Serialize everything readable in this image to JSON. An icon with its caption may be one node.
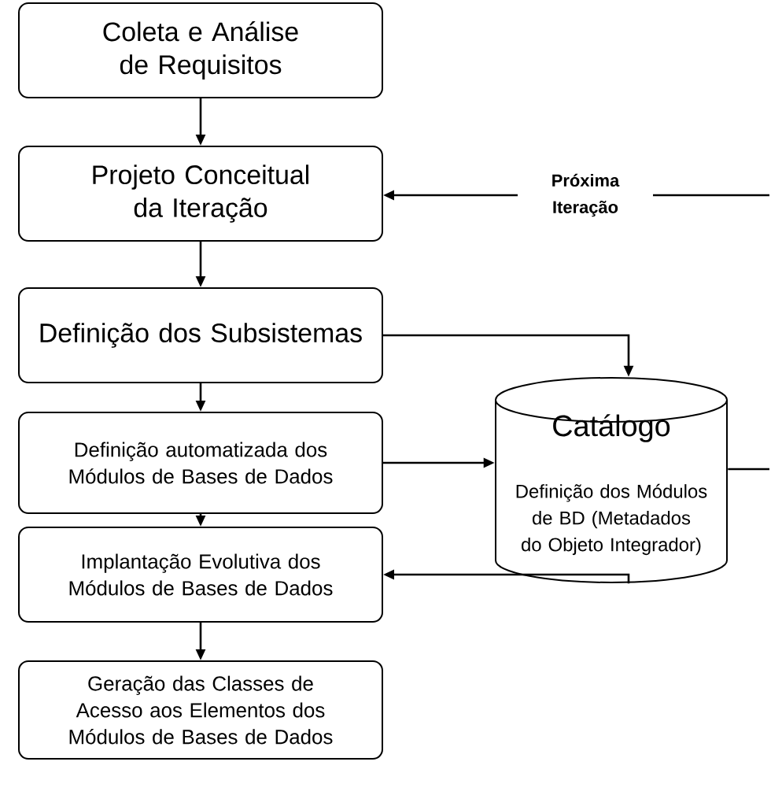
{
  "diagram": {
    "nodes": [
      {
        "text": [
          "Coleta e Análise de Requisitos"
        ]
      },
      {
        "text": [
          "Projeto Conceitual da Iteração"
        ]
      },
      {
        "text": [
          "Definição dos Subsistemas"
        ]
      },
      {
        "text": [
          "Definição automatizada dos Módulos de Bases de Dados"
        ]
      },
      {
        "text": [
          "Implantação Evolutiva dos Módulos de Bases de Dados"
        ]
      },
      {
        "text": [
          "Geração das Classes de Acesso aos Elementos dos Módulos de Bases de Dados"
        ]
      },
      {
        "text": [
          "Catálogo",
          "Definição dos Módulos de BD (Metadados do Objeto Integrador)"
        ]
      }
    ],
    "edges": [
      {
        "from": 0,
        "to": 1,
        "arrow": "to"
      },
      {
        "from": 1,
        "to": 2,
        "arrow": "to"
      },
      {
        "from": 2,
        "to": 3,
        "arrow": "to"
      },
      {
        "from": 3,
        "to": 4,
        "arrow": "to"
      },
      {
        "from": 4,
        "to": 5,
        "arrow": "to"
      },
      {
        "from": 2,
        "to": 6,
        "arrow": "to"
      },
      {
        "from": 3,
        "to": 6,
        "arrow": "to"
      },
      {
        "from": 6,
        "to": 4,
        "arrow": "to"
      },
      {
        "from": null,
        "to": 1,
        "arrow": "to",
        "label": "Próxima Iteração"
      },
      {
        "from": 6,
        "to": null,
        "arrow": "none"
      }
    ]
  }
}
